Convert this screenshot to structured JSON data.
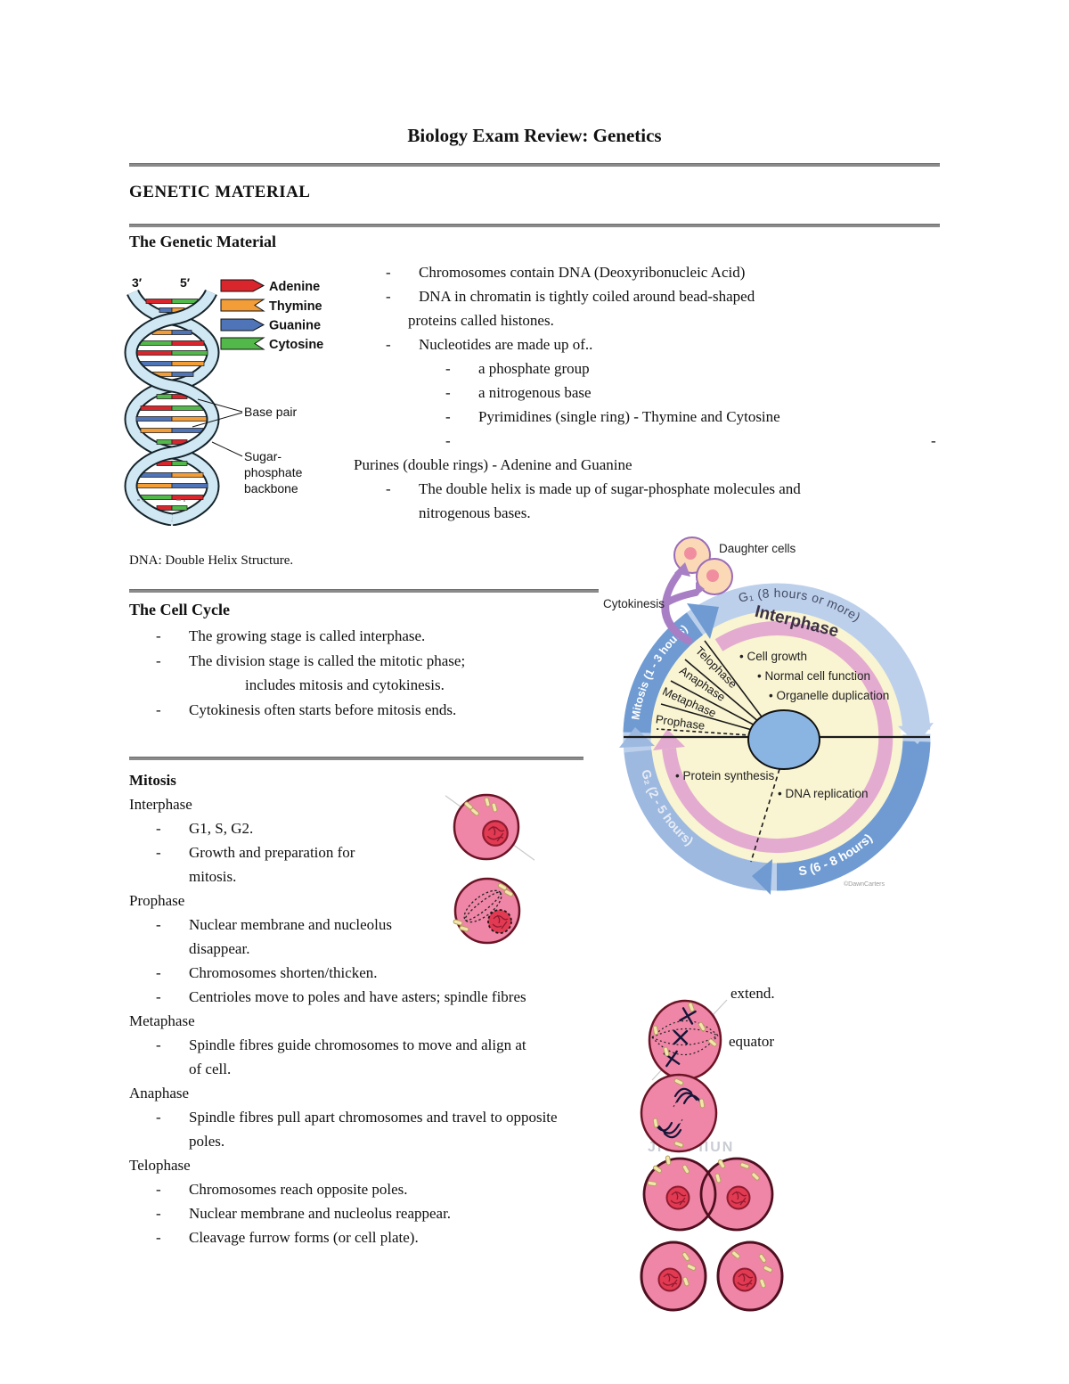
{
  "chars": {
    "dash": "-"
  },
  "colors": {
    "adenine": "#d8262c",
    "thymine": "#f29d38",
    "guanine": "#4f74b8",
    "cytosine": "#53b84a",
    "cell_pink": "#ef86a7",
    "nucleus_red": "#e23a52",
    "ring_blue": "#bcd0ec",
    "arc_blue": "#6f9bd2",
    "ring_pink": "#e3abd0",
    "interior_yellow": "#f9f4d1",
    "center_blue": "#8ab4e2",
    "arrow_purple": "#a87fc5"
  },
  "header": {
    "title": "Biology Exam Review: Genetics",
    "section": "GENETIC MATERIAL"
  },
  "genetic_material": {
    "heading": "The Genetic Material",
    "caption": "DNA: Double Helix Structure.",
    "lines": [
      {
        "text": "Chromosomes contain DNA (Deoxyribonucleic Acid)"
      },
      {
        "text": "DNA in chromatin is tightly coiled around bead-shaped"
      },
      {
        "text": "proteins called histones."
      },
      {
        "text": "Nucleotides are made up of.."
      },
      {
        "text": "a phosphate group"
      },
      {
        "text": "a nitrogenous base"
      },
      {
        "text": "Pyrimidines (single ring) - Thymine and Cytosine"
      },
      {
        "text": ""
      },
      {
        "text": "Purines (double rings) - Adenine and Guanine"
      },
      {
        "text": "The double helix is made up of sugar-phosphate molecules and"
      },
      {
        "text": "nitrogenous bases."
      }
    ],
    "figure": {
      "label_3": "3′",
      "label_5": "5′",
      "legend": [
        {
          "name": "Adenine"
        },
        {
          "name": "Thymine"
        },
        {
          "name": "Guanine"
        },
        {
          "name": "Cytosine"
        }
      ],
      "base_pair": "Base pair",
      "backbone_1": "Sugar-",
      "backbone_2": "phosphate",
      "backbone_3": "backbone"
    }
  },
  "cell_cycle": {
    "heading": "The Cell Cycle",
    "lines": [
      {
        "text": "The growing stage is called interphase."
      },
      {
        "text": "The division stage is called the mitotic phase;"
      },
      {
        "text": "includes mitosis and cytokinesis."
      },
      {
        "text": "Cytokinesis often starts before mitosis ends."
      }
    ],
    "diagram": {
      "daughter_cells": "Daughter cells",
      "cytokinesis": "Cytokinesis",
      "g1": "G₁  (8 hours or more)",
      "interphase": "Interphase",
      "mitosis": "Mitosis  (1 - 3 hours)",
      "g2": "G₂  (2 - 5 hours)",
      "s": "S  (6 - 8 hours)",
      "phases": [
        {
          "name": "Telophase"
        },
        {
          "name": "Anaphase"
        },
        {
          "name": "Metaphase"
        },
        {
          "name": "Prophase"
        }
      ],
      "interphase_items": [
        {
          "text": "• Cell growth"
        },
        {
          "text": "• Normal cell function"
        },
        {
          "text": "• Organelle duplication"
        }
      ],
      "g2_item": "• Protein synthesis",
      "s_item": "• DNA replication",
      "credit": "©DawnCarters"
    }
  },
  "mitosis": {
    "lines": [
      {
        "text": "Mitosis"
      },
      {
        "text": "Interphase"
      },
      {
        "text": "G1, S, G2."
      },
      {
        "text": "Growth and preparation for"
      },
      {
        "text": "mitosis."
      },
      {
        "text": "Prophase"
      },
      {
        "text": "Nuclear membrane and nucleolus"
      },
      {
        "text": "disappear."
      },
      {
        "text": "Chromosomes shorten/thicken."
      },
      {
        "text": "Centrioles move to poles and have asters; spindle fibres"
      },
      {
        "text": "Metaphase"
      },
      {
        "text": "Spindle fibres guide chromosomes to move and align at"
      },
      {
        "text": "of cell."
      },
      {
        "text": "Anaphase"
      },
      {
        "text": "Spindle fibres pull apart chromosomes and travel to opposite"
      },
      {
        "text": "poles."
      },
      {
        "text": "Telophase"
      },
      {
        "text": "Chromosomes reach opposite poles."
      },
      {
        "text": "Nuclear membrane and nucleolus reappear."
      },
      {
        "text": "Cleavage furrow forms (or cell plate)."
      }
    ],
    "extend": "extend.",
    "equator": "equator",
    "watermark": "JIUUI IIUN"
  }
}
